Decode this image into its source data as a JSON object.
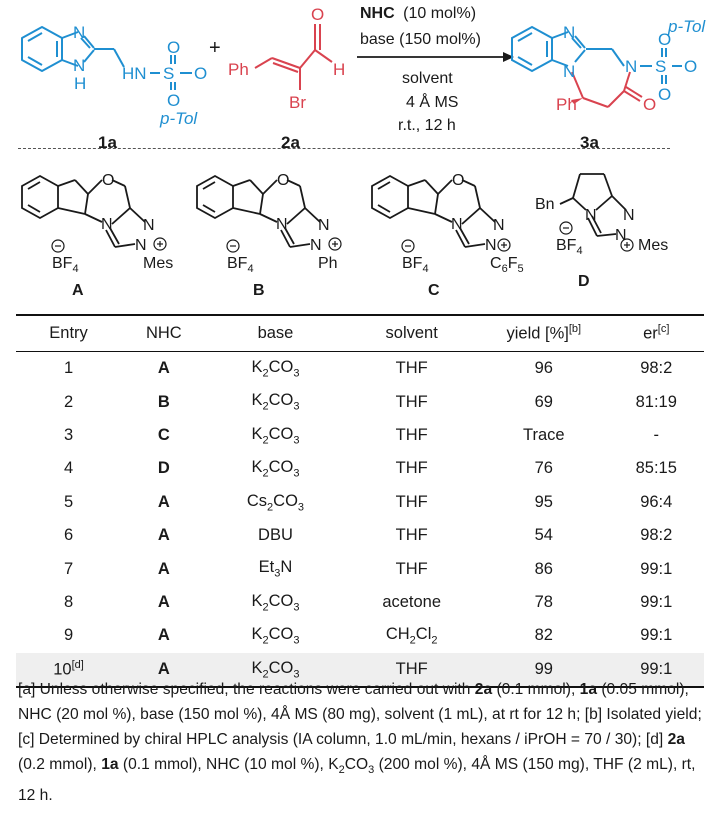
{
  "scheme": {
    "reactant1_label": "1a",
    "reactant2_label": "2a",
    "product_label": "3a",
    "plus": "+",
    "cond_nhc": "NHC",
    "cond_nhc_amount": "(10 mol%)",
    "cond_base": "base (150 mol%)",
    "cond_solvent": "solvent",
    "cond_ms": "4 Å MS",
    "cond_time": "r.t., 12 h",
    "atoms": {
      "N": "N",
      "H": "H",
      "HN": "HN",
      "S": "S",
      "O": "O",
      "pTol": "p-Tol",
      "Ph": "Ph",
      "Br": "Br",
      "Hald": "H"
    }
  },
  "catalysts": [
    {
      "label": "A",
      "anion": "BF",
      "anion_sub": "4",
      "substituent": "Mes"
    },
    {
      "label": "B",
      "anion": "BF",
      "anion_sub": "4",
      "substituent": "Ph"
    },
    {
      "label": "C",
      "anion": "BF",
      "anion_sub": "4",
      "substituent": "C",
      "substituent_sub1": "6",
      "substituent_f": "F",
      "substituent_sub2": "5"
    },
    {
      "label": "D",
      "anion": "BF",
      "anion_sub": "4",
      "substituent": "Mes",
      "group": "Bn"
    }
  ],
  "table": {
    "headers": {
      "entry": "Entry",
      "nhc": "NHC",
      "base": "base",
      "solvent": "solvent",
      "yield": "yield [%]",
      "yield_note": "[b]",
      "er": "er",
      "er_note": "[c]"
    },
    "rows": [
      {
        "entry": "1",
        "note": "",
        "nhc": "A",
        "base": [
          "K",
          "2",
          "CO",
          "3"
        ],
        "solvent": [
          "THF"
        ],
        "yield": "96",
        "er": "98:2"
      },
      {
        "entry": "2",
        "note": "",
        "nhc": "B",
        "base": [
          "K",
          "2",
          "CO",
          "3"
        ],
        "solvent": [
          "THF"
        ],
        "yield": "69",
        "er": "81:19"
      },
      {
        "entry": "3",
        "note": "",
        "nhc": "C",
        "base": [
          "K",
          "2",
          "CO",
          "3"
        ],
        "solvent": [
          "THF"
        ],
        "yield": "Trace",
        "er": "-"
      },
      {
        "entry": "4",
        "note": "",
        "nhc": "D",
        "base": [
          "K",
          "2",
          "CO",
          "3"
        ],
        "solvent": [
          "THF"
        ],
        "yield": "76",
        "er": "85:15"
      },
      {
        "entry": "5",
        "note": "",
        "nhc": "A",
        "base": [
          "Cs",
          "2",
          "CO",
          "3"
        ],
        "solvent": [
          "THF"
        ],
        "yield": "95",
        "er": "96:4"
      },
      {
        "entry": "6",
        "note": "",
        "nhc": "A",
        "base": [
          "DBU"
        ],
        "solvent": [
          "THF"
        ],
        "yield": "54",
        "er": "98:2"
      },
      {
        "entry": "7",
        "note": "",
        "nhc": "A",
        "base": [
          "Et",
          "3",
          "N"
        ],
        "solvent": [
          "THF"
        ],
        "yield": "86",
        "er": "99:1"
      },
      {
        "entry": "8",
        "note": "",
        "nhc": "A",
        "base": [
          "K",
          "2",
          "CO",
          "3"
        ],
        "solvent": [
          "acetone"
        ],
        "yield": "78",
        "er": "99:1"
      },
      {
        "entry": "9",
        "note": "",
        "nhc": "A",
        "base": [
          "K",
          "2",
          "CO",
          "3"
        ],
        "solvent": [
          "CH",
          "2",
          "Cl",
          "2"
        ],
        "yield": "82",
        "er": "99:1"
      },
      {
        "entry": "10",
        "note": "[d]",
        "nhc": "A",
        "base": [
          "K",
          "2",
          "CO",
          "3"
        ],
        "solvent": [
          "THF"
        ],
        "yield": "99",
        "er": "99:1"
      }
    ]
  },
  "footnote": {
    "a_1": "[a] Unless otherwise specified, the reactions were carried out with ",
    "a_2a": "2a",
    "a_2": " (0.1 mmol), ",
    "a_1a": "1a",
    "a_3": " (0.05 mmol), NHC (20 mol %), base (150 mol %), 4Å MS (80 mg), solvent (1 mL), at rt for 12 h; [b] Isolated yield; [c] Determined by chiral HPLC analysis (IA column, 1.0 mL/min, hexans / iPrOH = 70 / 30); [d] ",
    "d_2a": "2a",
    "d_1": " (0.2 mmol), ",
    "d_1a": "1a",
    "d_2": " (0.1 mmol), NHC (10 mol %), K",
    "d_sub": "2",
    "d_3": "CO",
    "d_sub2": "3",
    "d_4": " (200 mol %), 4Å MS (150 mg), THF (2 mL), rt, 12 h."
  },
  "colors": {
    "blue": "#1f8fd1",
    "red": "#d9434f",
    "ink": "#1a1a1a"
  }
}
